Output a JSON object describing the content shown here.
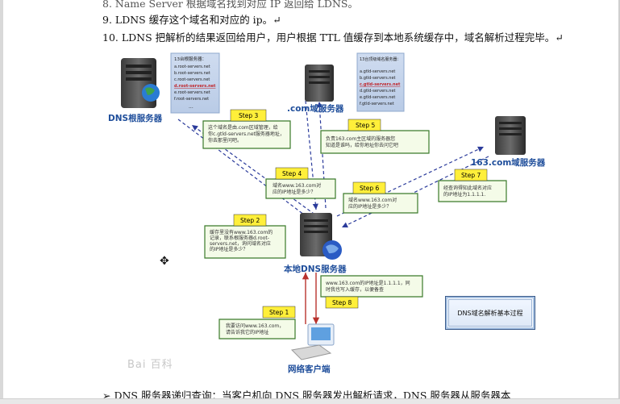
{
  "document": {
    "lines": [
      "9. LDNS 缓存这个域名和对应的 ip。↵",
      "10. LDNS 把解析的结果返回给用户，用户根据 TTL 值缓存到本地系统缓存中，域名解析过程完毕。↵"
    ],
    "bullet_line": "➢   DNS 服务器递归查询：当客户机向 DNS 服务器发出解析请求，DNS 服务器从服务器本"
  },
  "diagram": {
    "root_server_label": "DNS根服务器",
    "root_list_title": "13台根服务器：",
    "root_list": [
      "a.root-servers.net",
      "b.root-servers.net",
      "c.root-servers.net",
      "d.root-servers.net",
      "e.root-servers.net",
      "f.root-servers.net",
      "..."
    ],
    "root_highlight_index": 3,
    "com_server_label": ".com域服务器",
    "com_list_title": "13台顶级域名服务器：",
    "com_list": [
      "a.gtld-servers.net",
      "b.gtld-servers.net",
      "c.gtld-servers.net",
      "d.gtld-servers.net",
      "e.gtld-servers.net",
      "f.gtld-servers.net"
    ],
    "com_highlight_index": 2,
    "domain_server_label": "163.com域服务器",
    "local_server_label": "本地DNS服务器",
    "client_label": "网络客户端",
    "caption": "DNS域名解析基本过程",
    "steps": [
      {
        "label": "Step 1",
        "text": [
          "我要访问www.163.com，",
          "请告诉我它的IP地址"
        ]
      },
      {
        "label": "Step 2",
        "text": [
          "缓存里没有www.163.com的",
          "记录，联系根服务器d.root-",
          "servers.net，询问域名对应",
          "的IP地址是多少？"
        ]
      },
      {
        "label": "Step 3",
        "text": [
          "这个域名是由.com区域管理，给",
          "你c.gtld-servers.net服务器地址，",
          "你去那里问吧。"
        ]
      },
      {
        "label": "Step 4",
        "text": [
          "域名www.163.com对",
          "应的IP地址是多少？"
        ]
      },
      {
        "label": "Step 5",
        "text": [
          "负责163.com主区域的服务器您",
          "知道是谁吗，给你地址你去问它吧"
        ]
      },
      {
        "label": "Step 6",
        "text": [
          "域名www.163.com对",
          "应的IP地址是多少？"
        ]
      },
      {
        "label": "Step 7",
        "text": [
          "经查询得知此域名对应",
          "的IP地址为1.1.1.1."
        ]
      },
      {
        "label": "Step 8",
        "text": [
          "www.163.com的IP地址是1.1.1.1，同",
          "时我也写入缓存，以便备查"
        ]
      }
    ]
  },
  "watermark": "Bai 百科"
}
